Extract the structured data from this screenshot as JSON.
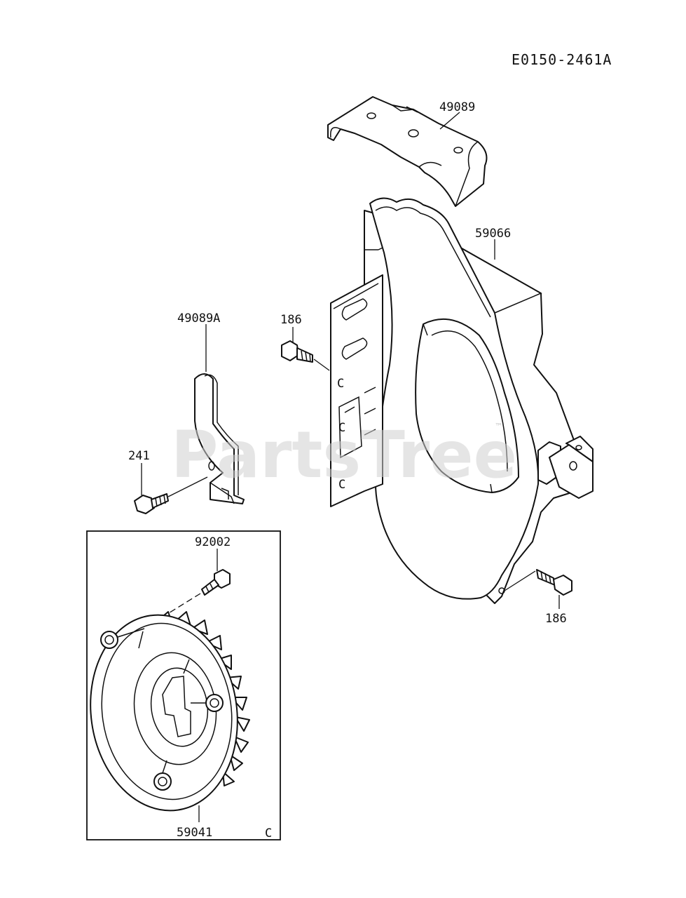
{
  "diagram": {
    "reference_code": "E0150-2461A",
    "watermark": "PartsTree",
    "watermark_mark": "™",
    "callouts": {
      "cover_top": "49089",
      "blower_housing": "59066",
      "bolt_upper": "186",
      "cover_side": "49089A",
      "bolt_241": "241",
      "bolt_lower": "186",
      "screw_92002": "92002",
      "fan": "59041",
      "inset_letter": "C"
    }
  }
}
